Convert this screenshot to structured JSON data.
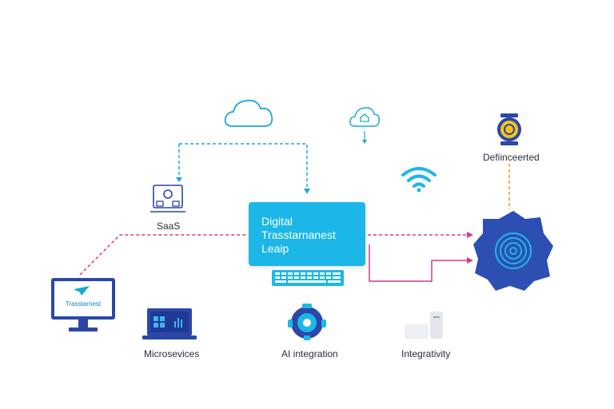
{
  "central": {
    "line1": "Digital",
    "line2": "Trasstarnanest",
    "line3": "Leaip"
  },
  "monitor": {
    "screen_text": "Trasstarnest"
  },
  "labels": {
    "saas": "SaaS",
    "decentralized": "Defiinceerted",
    "microservices": "Microsevices",
    "ai_integration": "AI integration",
    "integrativity": "Integrativity"
  },
  "colors": {
    "accent_cyan": "#1cb7e8",
    "connector_pink": "#d63a8a",
    "connector_cyan": "#1aa8d6",
    "connector_orange": "#f0962a",
    "navy": "#2b47a8",
    "node_circle": "#2d4fb3"
  },
  "icons": [
    "cloud-icon",
    "cloud-home-icon",
    "wifi-icon",
    "coin-icon",
    "saas-icon",
    "monitor-icon",
    "laptop-icon",
    "ai-robot-icon",
    "server-icon",
    "keyboard-icon",
    "network-node-icon"
  ]
}
